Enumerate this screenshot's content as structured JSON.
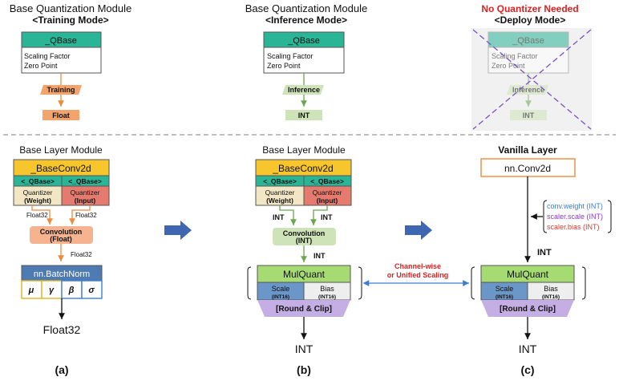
{
  "colors": {
    "qbase_header": "#2bb597",
    "training": "#f2a46c",
    "inference": "#cfe3b9",
    "conv_yellow": "#f7c52c",
    "quant_weight": "#f3e6c4",
    "quant_input": "#e57b6e",
    "conv_float": "#f5b48f",
    "conv_int": "#cfe3b9",
    "batchnorm_header": "#4f7bb3",
    "mulquant": "#a6db73",
    "scale_blue": "#6b96c8",
    "round_purple": "#c4aee3",
    "orange_line": "#ee8a3d",
    "green_line": "#6aa84f",
    "blue_arrow": "#3f66b0",
    "dashed_purple": "#7b4fcf",
    "red_title": "#e02020",
    "weight_blue": "#3b7dd8",
    "scale_purple": "#8a3bc9",
    "bias_red": "#d03b2a"
  },
  "section_a": {
    "top_title": "Base Quantization Module",
    "top_mode": "<Training Mode>",
    "qbase_header": "_QBase",
    "qbase_line1": "Scaling Factor",
    "qbase_line2": "Zero Point",
    "training": "Training",
    "float": "Float",
    "layer_title": "Base Layer Module",
    "conv_title": "_BaseConv2d",
    "q_left_tag": "<_QBase>",
    "q_right_tag": "<_QBase>",
    "q_left_name": "Quantizer",
    "q_left_kind": "(Weight)",
    "q_right_name": "Quantizer",
    "q_right_kind": "(Input)",
    "float32_left": "Float32",
    "float32_right": "Float32",
    "conv_label": "Convolution",
    "conv_kind": "(Float)",
    "float32_mid": "Float32",
    "bn_title": "nn.BatchNorm",
    "bn_params": [
      "μ",
      "γ",
      "β",
      "σ"
    ],
    "output": "Float32",
    "caption": "(a)"
  },
  "section_b": {
    "top_title": "Base Quantization Module",
    "top_mode": "<Inference Mode>",
    "qbase_header": "_QBase",
    "qbase_line1": "Scaling Factor",
    "qbase_line2": "Zero Point",
    "inference": "Inference",
    "int": "INT",
    "layer_title": "Base Layer Module",
    "conv_title": "_BaseConv2d",
    "q_left_tag": "<_QBase>",
    "q_right_tag": "<_QBase>",
    "q_left_name": "Quantizer",
    "q_left_kind": "(Weight)",
    "q_right_name": "Quantizer",
    "q_right_kind": "(Input)",
    "int_left": "INT",
    "int_right": "INT",
    "conv_label": "Convolution",
    "conv_kind": "(INT)",
    "int_mid": "INT",
    "mulquant": "MulQuant",
    "scale": "Scale",
    "scale_kind": "(INT16)",
    "bias": "Bias",
    "bias_kind": "(INT16)",
    "round_clip": "[Round & Clip]",
    "output": "INT",
    "caption": "(b)"
  },
  "section_c": {
    "top_title": "No Quantizer Needed",
    "top_mode": "<Deploy Mode>",
    "qbase_header": "_QBase",
    "qbase_line1": "Scaling Factor",
    "qbase_line2": "Zero Point",
    "inference": "Inference",
    "int": "INT",
    "layer_title": "Vanilla Layer",
    "conv": "nn.Conv2d",
    "param_weight": "conv.weight (INT)",
    "param_scale": "scaler.scale (INT)",
    "param_bias": "scaler.bias (INT)",
    "int_mid": "INT",
    "mulquant": "MulQuant",
    "scale": "Scale",
    "scale_kind": "(INT16)",
    "bias": "Bias",
    "bias_kind": "(INT16)",
    "round_clip": "[Round & Clip]",
    "output": "INT",
    "caption": "(c)"
  },
  "link_label_1": "Channel-wise",
  "link_label_2": "or Unified Scaling"
}
